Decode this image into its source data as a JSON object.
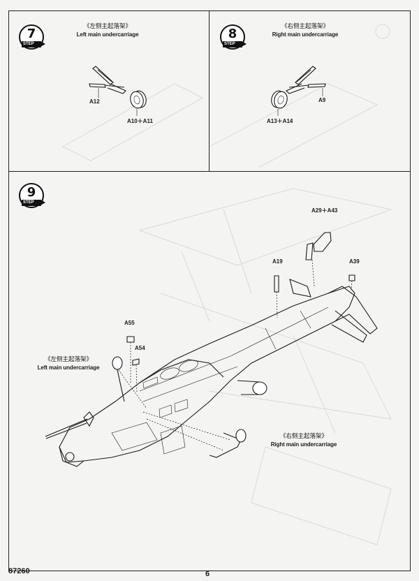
{
  "steps": [
    {
      "number": "7",
      "step_tag": "STEP",
      "caption_cn": "《左侧主起落架》",
      "caption_en": "Left main undercarriage",
      "parts": [
        "A12",
        "A10＋A11"
      ]
    },
    {
      "number": "8",
      "step_tag": "STEP",
      "caption_cn": "《右侧主起落架》",
      "caption_en": "Right main undercarriage",
      "parts": [
        "A9",
        "A13＋A14"
      ]
    },
    {
      "number": "9",
      "step_tag": "STEP",
      "parts": [
        "A29＋A43",
        "A19",
        "A39",
        "A55",
        "A54"
      ],
      "callouts": [
        {
          "caption_cn": "《左侧主起落架》",
          "caption_en": "Left main undercarriage"
        },
        {
          "caption_cn": "《右侧主起落架》",
          "caption_en": "Right main undercarriage"
        }
      ]
    }
  ],
  "footer": {
    "product_code": "87260",
    "page_number": "6"
  }
}
